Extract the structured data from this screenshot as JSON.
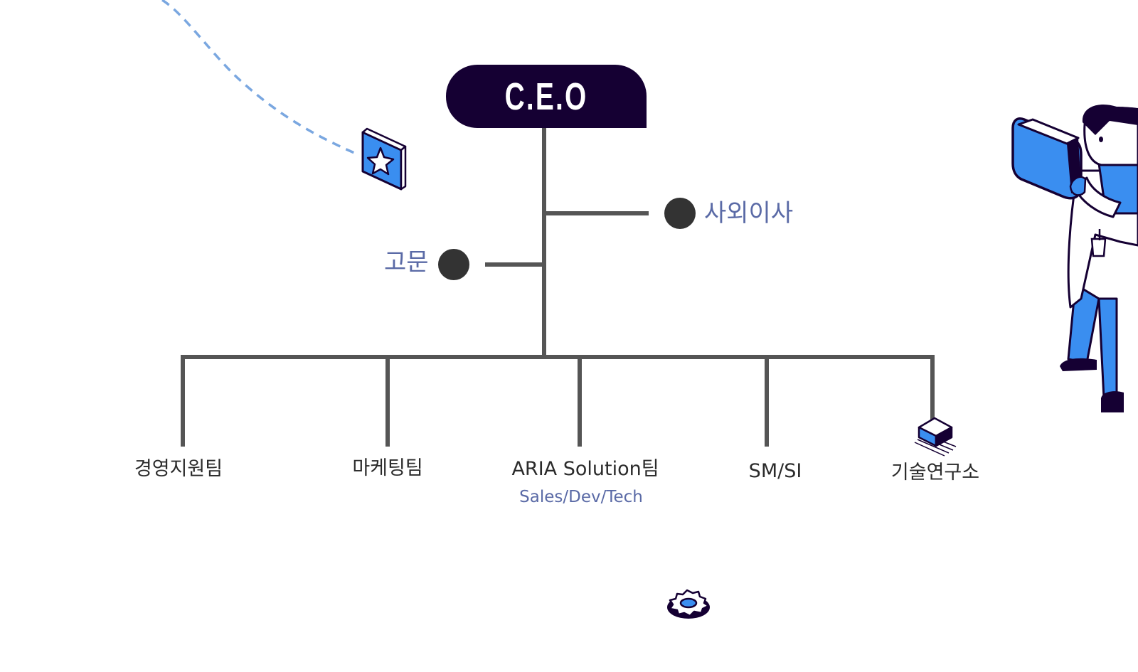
{
  "chart": {
    "ceo_label": "C.E.O",
    "side_roles": {
      "outside_director": "사외이사",
      "advisor": "고문"
    },
    "departments": [
      {
        "name": "경영지원팀",
        "sub": ""
      },
      {
        "name": "마케팅팀",
        "sub": ""
      },
      {
        "name": "ARIA Solution팀",
        "sub": "Sales/Dev/Tech"
      },
      {
        "name": "SM/SI",
        "sub": ""
      },
      {
        "name": "기술연구소",
        "sub": ""
      }
    ]
  },
  "colors": {
    "ceo_box": "#150033",
    "connector": "#555555",
    "node_dot": "#333333",
    "accent_text": "#5a6aa6",
    "dept_text": "#2b2b2b",
    "illustration_blue": "#3a8ef0",
    "dashed_path": "#7aa7e0"
  },
  "icons": [
    "star-book-icon",
    "gear-icon",
    "server-cube-icon",
    "scientist-illustration"
  ]
}
